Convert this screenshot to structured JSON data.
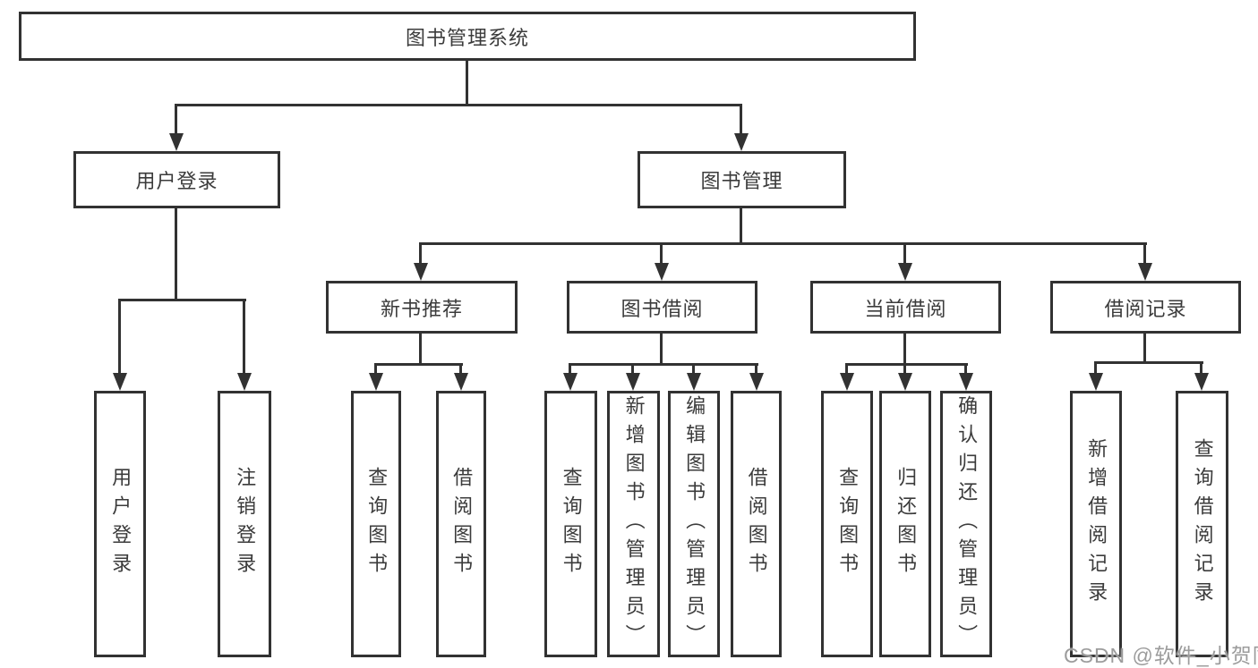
{
  "tree": {
    "label": "图书管理系统",
    "children": [
      {
        "label": "用户登录",
        "children": [
          {
            "label": "用户登录"
          },
          {
            "label": "注销登录"
          }
        ]
      },
      {
        "label": "图书管理",
        "children": [
          {
            "label": "新书推荐",
            "children": [
              {
                "label": "查询图书"
              },
              {
                "label": "借阅图书"
              }
            ]
          },
          {
            "label": "图书借阅",
            "children": [
              {
                "label": "查询图书"
              },
              {
                "label": "新增图书（管理员）"
              },
              {
                "label": "编辑图书（管理员）"
              },
              {
                "label": "借阅图书"
              }
            ]
          },
          {
            "label": "当前借阅",
            "children": [
              {
                "label": "查询图书"
              },
              {
                "label": "归还图书"
              },
              {
                "label": "确认归还（管理员）"
              }
            ]
          },
          {
            "label": "借阅记录",
            "children": [
              {
                "label": "新增借阅记录"
              },
              {
                "label": "查询借阅记录"
              }
            ]
          }
        ]
      }
    ]
  },
  "watermark": {
    "text": "CSDN @软件_小贺同学"
  },
  "colors": {
    "line": "#323232",
    "box_border": "#323232",
    "text": "#3b3b3b",
    "watermark": "#9c9c9c",
    "background": "#ffffff"
  }
}
